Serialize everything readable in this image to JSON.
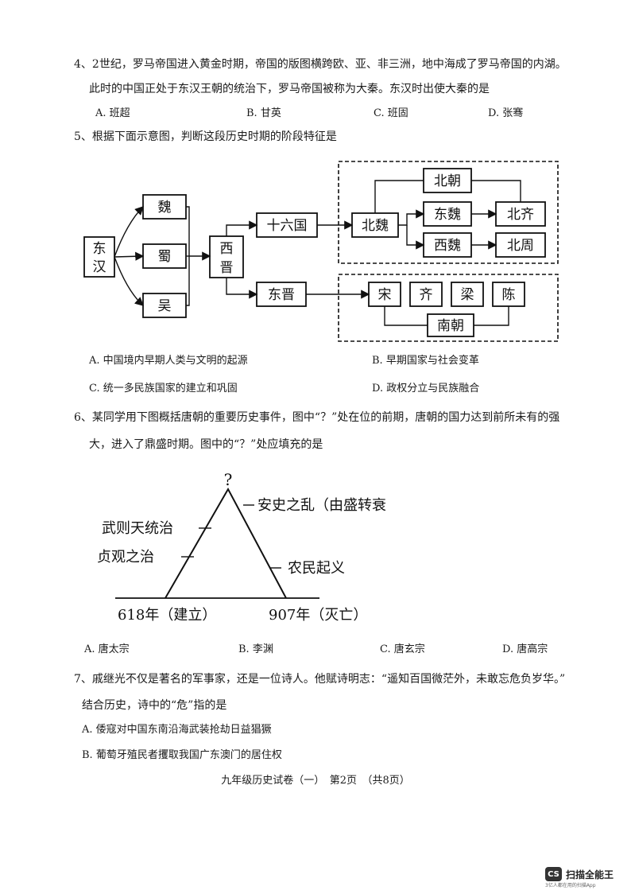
{
  "q4": {
    "line1": "4、2世纪，罗马帝国进入黄金时期，帝国的版图横跨欧、亚、非三洲，地中海成了罗马帝国的内湖。",
    "line2": "此时的中国正处于东汉王朝的统治下，罗马帝国被称为大秦。东汉时出使大秦的是",
    "options": [
      "A. 班超",
      "B. 甘英",
      "C. 班固",
      "D. 张骞"
    ]
  },
  "q5": {
    "stem": "5、根据下面示意图，判断这段历史时期的阶段特征是",
    "diagram": {
      "donghan": [
        "东",
        "汉"
      ],
      "wei": "魏",
      "shu": "蜀",
      "wu": "吴",
      "xijin": [
        "西",
        "晋"
      ],
      "shiliuguo": "十六国",
      "dongjin": "东晋",
      "beiwei": "北魏",
      "beichao": "北朝",
      "dongwei": "东魏",
      "xiwei": "西魏",
      "beiqi": "北齐",
      "beizhou": "北周",
      "song": "宋",
      "qi": "齐",
      "liang": "梁",
      "chen": "陈",
      "nanchao": "南朝"
    },
    "options": [
      "A. 中国境内早期人类与文明的起源",
      "B. 早期国家与社会变革",
      "C. 统一多民族国家的建立和巩固",
      "D. 政权分立与民族融合"
    ]
  },
  "q6": {
    "line1": "6、某同学用下图概括唐朝的重要历史事件，图中“？”处在位的前期，唐朝的国力达到前所未有的强",
    "line2": "大，进入了鼎盛时期。图中的“？”处应填充的是",
    "diagram": {
      "question_mark": "?",
      "wuzetian": "武则天统治",
      "zhenguan": "贞观之治",
      "anshi": "安史之乱（由盛转衰",
      "nongmin": "农民起义",
      "start": "618年（建立）",
      "end": "907年（灭亡）"
    },
    "options": [
      "A. 唐太宗",
      "B. 李渊",
      "C. 唐玄宗",
      "D. 唐高宗"
    ]
  },
  "q7": {
    "line1": "7、戚继光不仅是著名的军事家，还是一位诗人。他赋诗明志：“遥知百国微茫外，未敢忘危负岁华。”",
    "line2": "结合历史，诗中的“危”指的是",
    "optionA": "A. 倭寇对中国东南沿海武装抢劫日益猖獗",
    "optionB": "B. 葡萄牙殖民者攫取我国广东澳门的居住权"
  },
  "footer": "九年级历史试卷（一）　第2页　（共8页）",
  "watermark": {
    "logo": "CS",
    "name": "扫描全能王",
    "sub": "3亿人都在用的扫描App"
  }
}
